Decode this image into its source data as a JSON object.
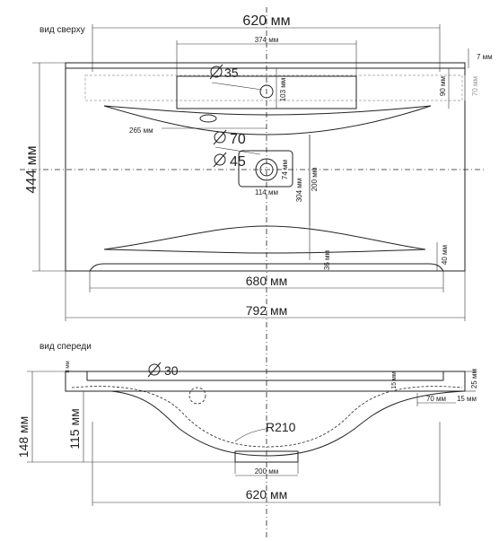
{
  "views": {
    "top_title": "вид сверху",
    "front_title": "вид спереди"
  },
  "top": {
    "width_620": "620 мм",
    "width_374": "374 мм",
    "height_444": "444 мм",
    "dia_35": "35",
    "dim_103": "103 мм",
    "dim_90": "90 мм",
    "dim_70": "70 мм",
    "dim_7": "7 мм",
    "dim_265": "265 мм",
    "dia_70": "70",
    "dia_45": "45",
    "dim_74": "74 мм",
    "dim_114": "114 мм",
    "dim_200": "200 мм",
    "dim_304": "304 мм",
    "dim_36": "36 мм",
    "dim_40": "40 мм",
    "width_680": "680 мм",
    "width_792": "792 мм"
  },
  "front": {
    "dim_8": "8 мм",
    "dia_30": "30",
    "dim_15_in": "15 мм",
    "dim_25": "25 мм",
    "dim_70": "70 мм",
    "dim_15": "15 мм",
    "height_148": "148 мм",
    "height_115": "115 мм",
    "radius": "R210",
    "dim_200": "200 мм",
    "width_620": "620 мм"
  },
  "colors": {
    "line": "#222222",
    "hidden_line": "#9a9a9a",
    "background": "#ffffff"
  }
}
